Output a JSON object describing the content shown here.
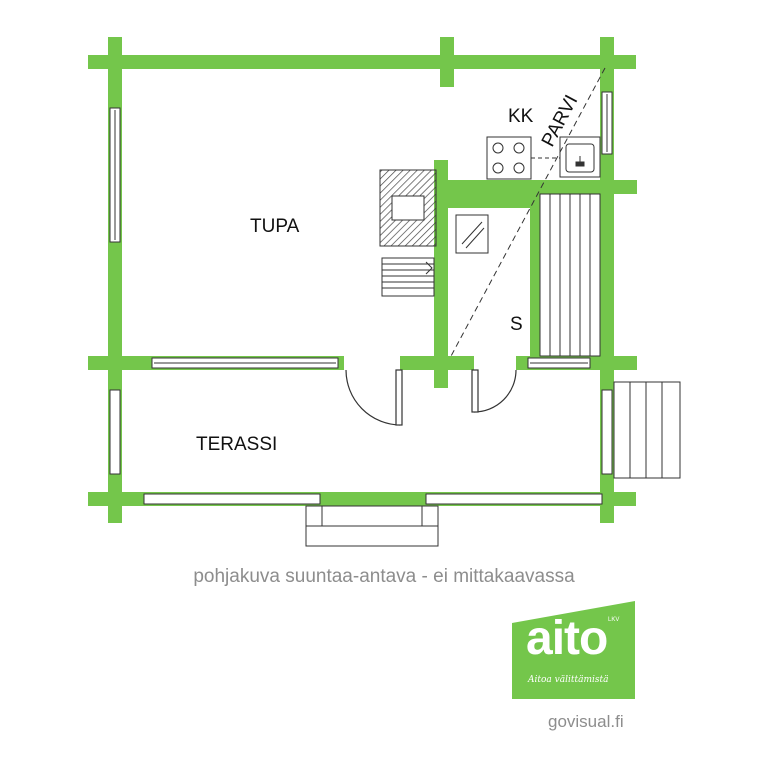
{
  "colors": {
    "wall": "#74c64b",
    "brand": "#74c64b",
    "line": "#333333",
    "caption": "#8d8d8d"
  },
  "rooms": {
    "tupa": "TUPA",
    "kk": "KK",
    "parvi": "PARVI",
    "s": "S",
    "terassi": "TERASSI"
  },
  "caption": "pohjakuva suuntaa-antava - ei mittakaavassa",
  "brand": {
    "name": "aito",
    "small_text": "LKV",
    "slogan": "Aitoa välittämistä",
    "website": "govisual.fi"
  }
}
